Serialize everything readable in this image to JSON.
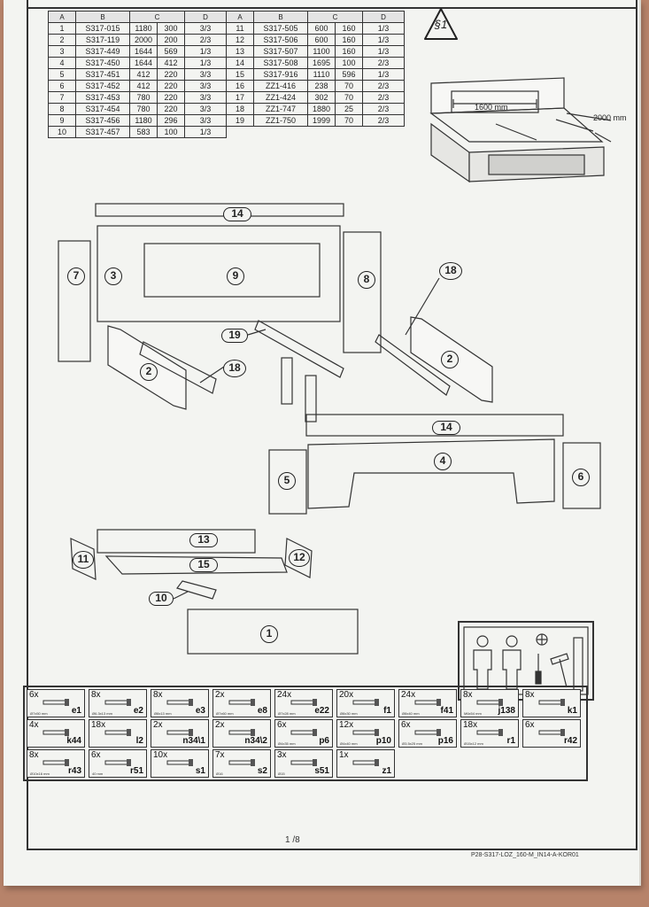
{
  "table": {
    "headers": [
      "A",
      "B",
      "C",
      "D",
      "A",
      "B",
      "C",
      "D"
    ],
    "rows": [
      [
        "1",
        "S317-015",
        "1180",
        "300",
        "3/3",
        "11",
        "S317-505",
        "600",
        "160",
        "1/3"
      ],
      [
        "2",
        "S317-119",
        "2000",
        "200",
        "2/3",
        "12",
        "S317-506",
        "600",
        "160",
        "1/3"
      ],
      [
        "3",
        "S317-449",
        "1644",
        "569",
        "1/3",
        "13",
        "S317-507",
        "1100",
        "160",
        "1/3"
      ],
      [
        "4",
        "S317-450",
        "1644",
        "412",
        "1/3",
        "14",
        "S317-508",
        "1695",
        "100",
        "2/3"
      ],
      [
        "5",
        "S317-451",
        "412",
        "220",
        "3/3",
        "15",
        "S317-916",
        "1110",
        "596",
        "1/3"
      ],
      [
        "6",
        "S317-452",
        "412",
        "220",
        "3/3",
        "16",
        "ZZ1-416",
        "238",
        "70",
        "2/3"
      ],
      [
        "7",
        "S317-453",
        "780",
        "220",
        "3/3",
        "17",
        "ZZ1-424",
        "302",
        "70",
        "2/3"
      ],
      [
        "8",
        "S317-454",
        "780",
        "220",
        "3/3",
        "18",
        "ZZ1-747",
        "1880",
        "25",
        "2/3"
      ],
      [
        "9",
        "S317-456",
        "1180",
        "296",
        "3/3",
        "19",
        "ZZ1-750",
        "1999",
        "70",
        "2/3"
      ],
      [
        "10",
        "S317-457",
        "583",
        "100",
        "1/3",
        "",
        "",
        "",
        "",
        ""
      ]
    ]
  },
  "section_badge": "§1",
  "dims": {
    "width": "1600 mm",
    "length": "2000 mm"
  },
  "part_numbers": [
    "14",
    "7",
    "3",
    "9",
    "8",
    "18",
    "19",
    "2",
    "18",
    "2",
    "14",
    "4",
    "5",
    "6",
    "13",
    "11",
    "12",
    "15",
    "10",
    "1"
  ],
  "hardware": [
    {
      "qty": "6x",
      "code": "e1",
      "size": "Ø7x50 mm"
    },
    {
      "qty": "8x",
      "code": "e2",
      "size": "Ø6,3x13 mm"
    },
    {
      "qty": "8x",
      "code": "e3",
      "size": "Ø8x13 mm"
    },
    {
      "qty": "2x",
      "code": "e8",
      "size": "Ø7x60 mm"
    },
    {
      "qty": "24x",
      "code": "e22",
      "size": "Ø7x28 mm"
    },
    {
      "qty": "20x",
      "code": "f1",
      "size": "Ø8x30 mm"
    },
    {
      "qty": "24x",
      "code": "f41",
      "size": "Ø8x40 mm"
    },
    {
      "qty": "8x",
      "code": "j138",
      "size": "M6x54 mm"
    },
    {
      "qty": "8x",
      "code": "k1",
      "size": ""
    },
    {
      "qty": "4x",
      "code": "k44",
      "size": ""
    },
    {
      "qty": "18x",
      "code": "l2",
      "size": ""
    },
    {
      "qty": "2x",
      "code": "n34\\1",
      "size": ""
    },
    {
      "qty": "2x",
      "code": "n34\\2",
      "size": ""
    },
    {
      "qty": "6x",
      "code": "p6",
      "size": "Ø4x35 mm"
    },
    {
      "qty": "12x",
      "code": "p10",
      "size": "Ø4x40 mm"
    },
    {
      "qty": "6x",
      "code": "p16",
      "size": "Ø3,5x25 mm"
    },
    {
      "qty": "18x",
      "code": "r1",
      "size": "Ø15x12 mm"
    },
    {
      "qty": "6x",
      "code": "r42",
      "size": ""
    },
    {
      "qty": "8x",
      "code": "r43",
      "size": "Ø10x16 mm"
    },
    {
      "qty": "6x",
      "code": "r51",
      "size": "40 mm"
    },
    {
      "qty": "10x",
      "code": "s1",
      "size": ""
    },
    {
      "qty": "7x",
      "code": "s2",
      "size": "Ø16"
    },
    {
      "qty": "3x",
      "code": "s51",
      "size": "Ø15"
    },
    {
      "qty": "1x",
      "code": "z1",
      "size": ""
    }
  ],
  "footer": {
    "page": "1 /8",
    "code": "P28-S317-LOZ_160-M_IN14-A-KOR01"
  }
}
